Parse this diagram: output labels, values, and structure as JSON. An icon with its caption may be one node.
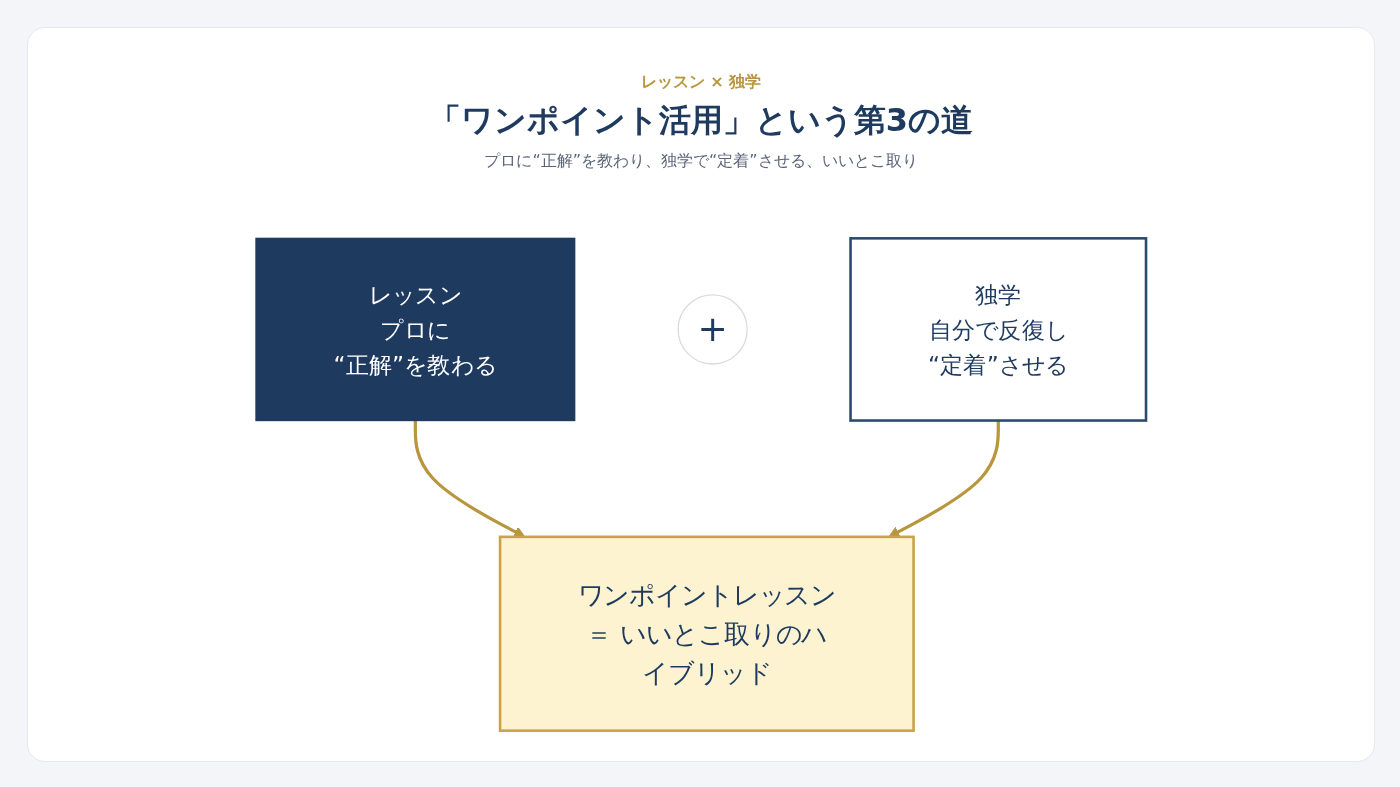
{
  "diagram": {
    "title": "「ワンポイント活用」という第3の道",
    "nodes": [
      {
        "text": [
          "レッスン",
          "プロに",
          "“正解”を教わる"
        ]
      },
      {
        "text": [
          "+"
        ]
      },
      {
        "text": [
          "独学",
          "自分で反復し",
          "“定着”させる"
        ]
      },
      {
        "text": [
          "ワンポイントレッスン",
          "＝ いいとこ取りのハイブリッド"
        ]
      }
    ],
    "edges": [
      {
        "from": 0,
        "to": 3,
        "arrow": "to"
      },
      {
        "from": 2,
        "to": 3,
        "arrow": "to"
      }
    ],
    "labels": [
      "レッスン × 独学",
      "プロに“正解”を教わり、独学で“定着”させる、いいとこ取り"
    ]
  }
}
